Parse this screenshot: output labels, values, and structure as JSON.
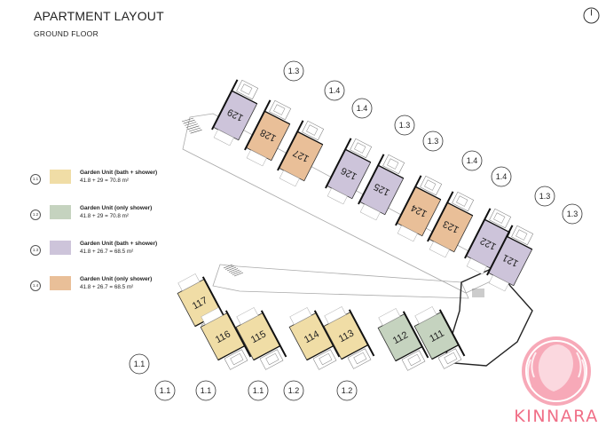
{
  "header": {
    "title": "APARTMENT LAYOUT",
    "subtitle": "GROUND FLOOR"
  },
  "legend": [
    {
      "code": "1.1",
      "name": "Garden Unit (bath + shower)",
      "area": "41.8 + 29 = 70.8 m²",
      "color": "#f0dda6"
    },
    {
      "code": "1.2",
      "name": "Garden Unit (only shower)",
      "area": "41.8 + 29 = 70.8 m²",
      "color": "#c5d3bf"
    },
    {
      "code": "1.3",
      "name": "Garden Unit (bath + shower)",
      "area": "41.8 + 26.7 = 68.5 m²",
      "color": "#cdc4da"
    },
    {
      "code": "1.4",
      "name": "Garden Unit (only shower)",
      "area": "41.8 + 26.7 = 68.5 m²",
      "color": "#e9bf98"
    }
  ],
  "upper_units": [
    {
      "number": "129",
      "type": "1.3",
      "label": "1.3"
    },
    {
      "number": "128",
      "type": "1.4",
      "label": "1.4"
    },
    {
      "number": "127",
      "type": "1.4",
      "label": "1.4"
    },
    {
      "number": "126",
      "type": "1.3",
      "label": "1.3"
    },
    {
      "number": "125",
      "type": "1.3",
      "label": "1.3"
    },
    {
      "number": "124",
      "type": "1.4",
      "label": "1.4"
    },
    {
      "number": "123",
      "type": "1.4",
      "label": "1.4"
    },
    {
      "number": "122",
      "type": "1.3",
      "label": "1.3"
    },
    {
      "number": "121",
      "type": "1.3",
      "label": "1.3"
    }
  ],
  "lower_units": [
    {
      "number": "117",
      "type": "1.1",
      "label": "1.1"
    },
    {
      "number": "116",
      "type": "1.1",
      "label": "1.1"
    },
    {
      "number": "115",
      "type": "1.1",
      "label": "1.1"
    },
    {
      "number": "114",
      "type": "1.1",
      "label": "1.1"
    },
    {
      "number": "113",
      "type": "1.1",
      "label": "1.2"
    },
    {
      "number": "112",
      "type": "1.2",
      "label": "1.2"
    },
    {
      "number": "111",
      "type": "1.2",
      "label": ""
    }
  ],
  "brand": {
    "name": "KINNARA",
    "color": "#f06f87"
  }
}
